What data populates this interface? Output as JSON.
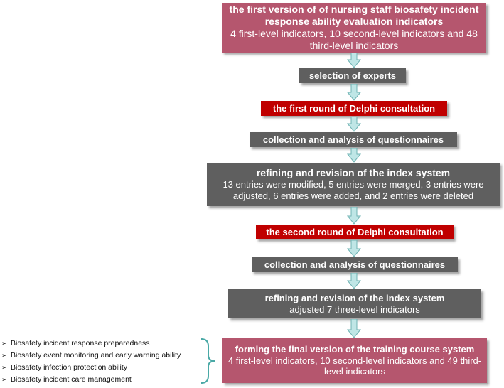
{
  "flow": {
    "box1": {
      "title": "the first version of of nursing staff biosafety incident response ability evaluation indicators",
      "detail": "4 first-level indicators, 10 second-level indicators and 48 third-level indicators"
    },
    "box2": {
      "title": "selection of experts"
    },
    "box3": {
      "title": "the first round of Delphi consultation"
    },
    "box4": {
      "title": "collection and analysis of questionnaires"
    },
    "box5": {
      "title": "refining and revision of the index system",
      "detail": "13 entries were modified, 5 entries were merged, 3 entries were adjusted, 6 entries were added, and 2 entries were deleted"
    },
    "box6": {
      "title": "the second round of Delphi consultation"
    },
    "box7": {
      "title": "collection and analysis of questionnaires"
    },
    "box8": {
      "title": "refining and revision of the index system",
      "detail": "adjusted 7 three-level indicators"
    },
    "box9": {
      "title": "forming the final version of the training course system",
      "detail": "4 first-level indicators, 10 second-level indicators and 49 third-level indicators"
    }
  },
  "first_level_list": {
    "marker": "➢",
    "items": [
      "Biosafety incident response preparedness",
      "Biosafety event monitoring and early warning ability",
      "Biosafety infection protection ability",
      "Biosafety incident care management"
    ]
  },
  "colors": {
    "mauve": "#b5566e",
    "gray": "#5f5f5f",
    "red": "#c00000",
    "arrow_fill": "#bfe6e6",
    "arrow_stroke": "#6fb3b3",
    "brace": "#4aa9a6"
  }
}
